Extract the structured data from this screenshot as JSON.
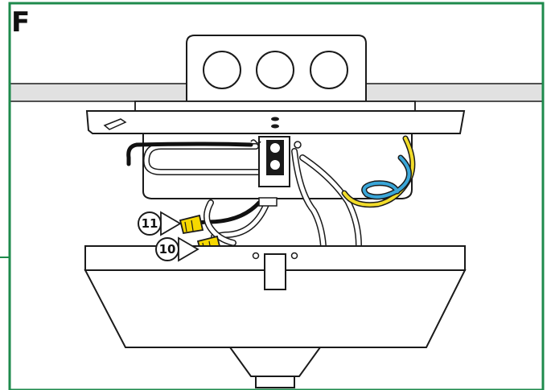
{
  "panel": {
    "letter": "F"
  },
  "callouts": [
    {
      "id": "11",
      "label": "11"
    },
    {
      "id": "10",
      "label": "10"
    }
  ],
  "colors": {
    "frame": "#1e8a4c",
    "ceiling": "#e1e1e1",
    "outline": "#1a1a1a",
    "wire_black": "#111111",
    "wire_white": "#ffffff",
    "wire_blue": "#3aa6d8",
    "wire_yellow": "#f2dc2a",
    "connector_yellow": "#f6d800"
  },
  "icons": [
    "electrical-box",
    "mounting-plate",
    "terminal-block",
    "wire-nut",
    "fan-housing",
    "callout-arrow"
  ]
}
